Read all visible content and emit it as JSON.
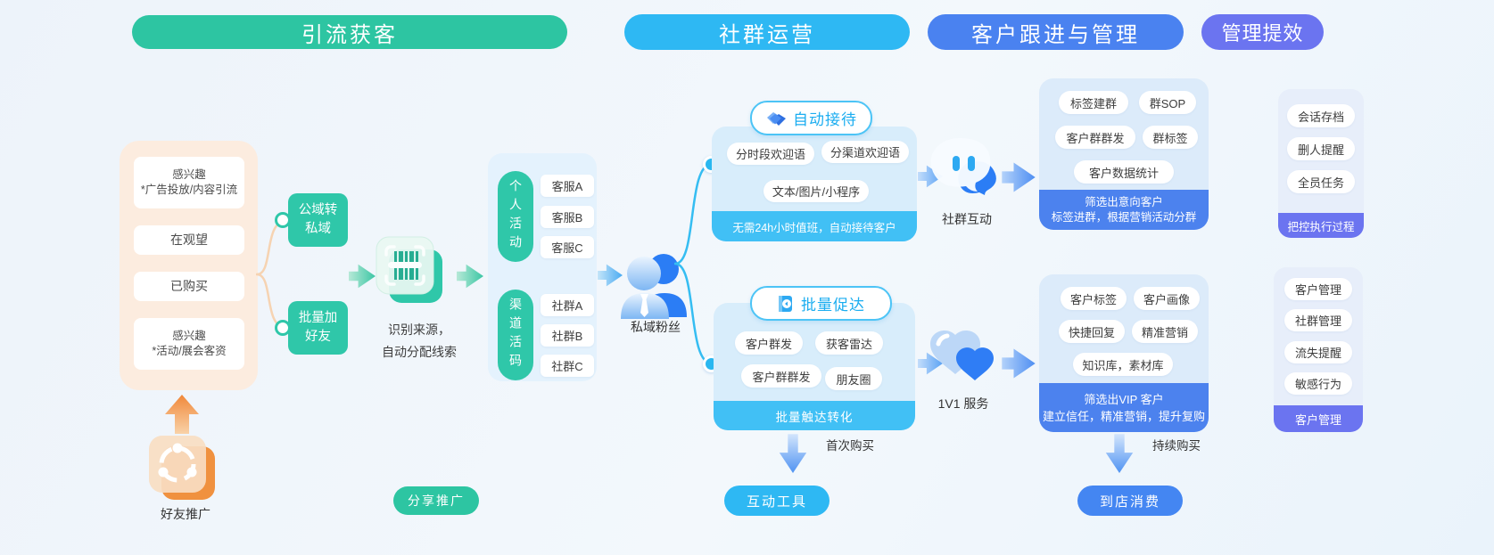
{
  "headers": {
    "acquisition": "引流获客",
    "community": "社群运营",
    "management": "客户跟进与管理",
    "efficiency": "管理提效"
  },
  "colors": {
    "green": "#2dc5a2",
    "cyan": "#2eb8f3",
    "blue": "#4a82f0",
    "purple": "#6b74f0",
    "footer_cyan": "#41c0f5",
    "footer_blue": "#4c82ee",
    "footer_purple": "#6b74f0"
  },
  "lead_box": {
    "item1_line1": "感兴趣",
    "item1_line2": "*广告投放/内容引流",
    "item2": "在观望",
    "item3": "已购买",
    "item4_line1": "感兴趣",
    "item4_line2": "*活动/展会客资"
  },
  "convert": {
    "pill1_line1": "公域转",
    "pill1_line2": "私域",
    "pill2_line1": "批量加",
    "pill2_line2": "好友"
  },
  "scan": {
    "caption_line1": "识别来源，",
    "caption_line2": "自动分配线索"
  },
  "channels": {
    "personal_label": "个人活动",
    "personal_items": [
      "客服A",
      "客服B",
      "客服C"
    ],
    "code_label": "渠道活码",
    "code_items": [
      "社群A",
      "社群B",
      "社群C"
    ]
  },
  "fans": {
    "label": "私域粉丝"
  },
  "auto_reception": {
    "title": "自动接待",
    "chip1": "分时段欢迎语",
    "chip2": "分渠道欢迎语",
    "chip3": "文本/图片/小程序",
    "footer": "无需24h小时值班，自动接待客户"
  },
  "group_interaction": {
    "label": "社群互动"
  },
  "group_box": {
    "chip1": "标签建群",
    "chip2": "群SOP",
    "chip3": "客户群群发",
    "chip4": "群标签",
    "chip5": "客户数据统计",
    "footer_line1": "筛选出意向客户",
    "footer_line2": "标签进群，根据营销活动分群"
  },
  "batch_reach": {
    "title": "批量促达",
    "chip1": "客户群发",
    "chip2": "获客雷达",
    "chip3": "客户群群发",
    "chip4": "朋友圈",
    "footer": "批量触达转化"
  },
  "one_on_one": {
    "label": "1V1 服务"
  },
  "customer_box": {
    "chip1": "客户标签",
    "chip2": "客户画像",
    "chip3": "快捷回复",
    "chip4": "精准营销",
    "chip5": "知识库，素材库",
    "footer_line1": "筛选出VIP 客户",
    "footer_line2": "建立信任，精准营销，提升复购"
  },
  "execution_box": {
    "chip1": "会话存档",
    "chip2": "删人提醒",
    "chip3": "全员任务",
    "footer": "把控执行过程"
  },
  "manage_box": {
    "chip1": "客户管理",
    "chip2": "社群管理",
    "chip3": "流失提醒",
    "chip4": "敏感行为",
    "footer": "客户管理"
  },
  "bottom": {
    "friend_promo": "好友推广",
    "share_promo": "分享推广",
    "first_purchase": "首次购买",
    "interactive_tools": "互动工具",
    "repeat_purchase": "持续购买",
    "store_consumption": "到店消费"
  }
}
